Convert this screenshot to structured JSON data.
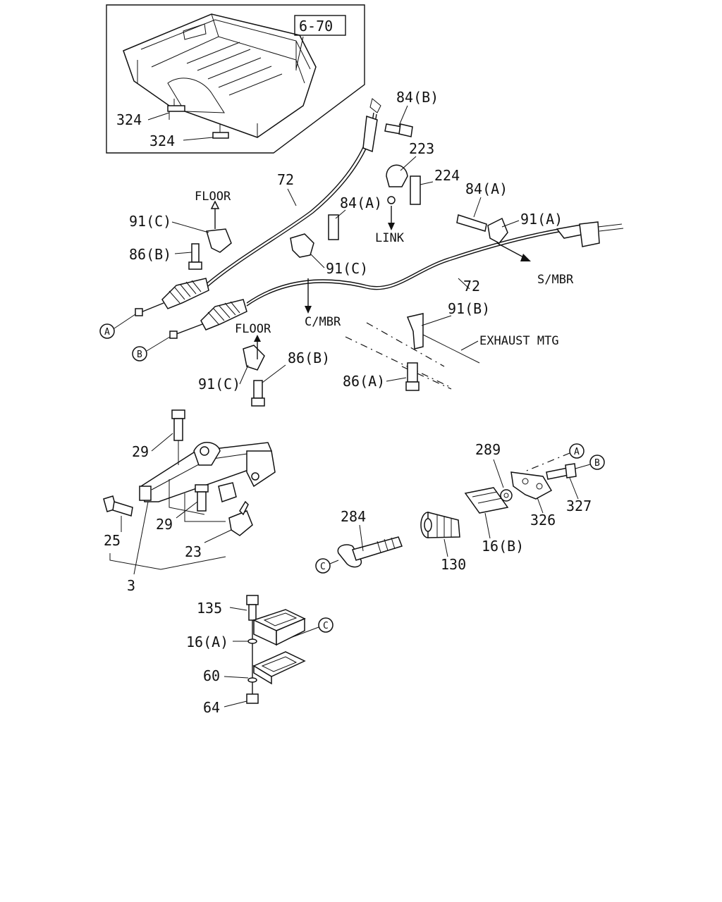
{
  "inset": {
    "ref_box": "6-70",
    "labels": [
      "324",
      "324"
    ]
  },
  "callouts": {
    "p72_top": "72",
    "p72_right": "72",
    "p84b": "84(B)",
    "p223": "223",
    "p224": "224",
    "p84a_mid": "84(A)",
    "p84a_right": "84(A)",
    "p91a": "91(A)",
    "p91b": "91(B)",
    "p91c_top": "91(C)",
    "p91c_mid": "91(C)",
    "p91c_low": "91(C)",
    "p86b_top": "86(B)",
    "p86b_low": "86(B)",
    "p86a": "86(A)",
    "p29_top": "29",
    "p29_low": "29",
    "p25": "25",
    "p23": "23",
    "p3": "3",
    "p284": "284",
    "p289": "289",
    "p130": "130",
    "p16b": "16(B)",
    "p326": "326",
    "p327": "327",
    "p135": "135",
    "p16a": "16(A)",
    "p60": "60",
    "p64": "64"
  },
  "notes": {
    "floor_top": "FLOOR",
    "floor_low": "FLOOR",
    "link": "LINK",
    "c_mbr": "C/MBR",
    "s_mbr": "S/MBR",
    "exhaust_mtg": "EXHAUST MTG"
  },
  "markers": {
    "a": "A",
    "b": "B",
    "c": "C"
  }
}
